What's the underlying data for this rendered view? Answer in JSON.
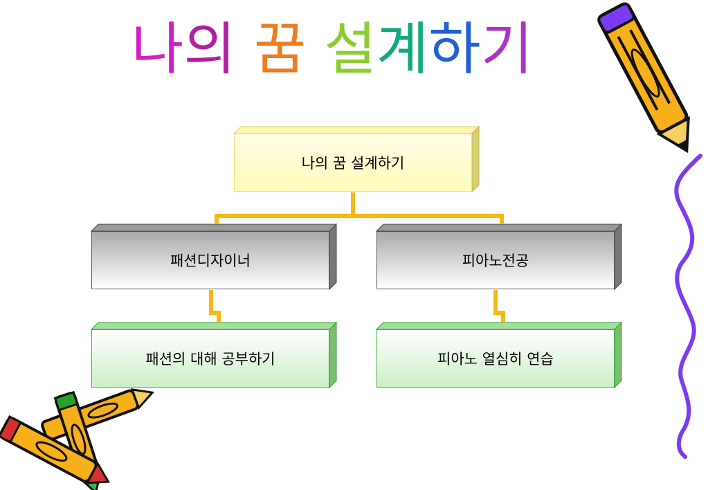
{
  "title": {
    "words": [
      {
        "chars": [
          {
            "ch": "나",
            "color": "#d020c8"
          },
          {
            "ch": "의",
            "color": "#b01fa0"
          }
        ]
      },
      {
        "chars": [
          {
            "ch": "꿈",
            "color": "#f07a20"
          }
        ]
      },
      {
        "chars": [
          {
            "ch": "설",
            "color": "#8ccc30"
          },
          {
            "ch": "계",
            "color": "#10a880"
          },
          {
            "ch": "하",
            "color": "#2060d8"
          },
          {
            "ch": "기",
            "color": "#b030c8"
          }
        ]
      }
    ]
  },
  "diagram": {
    "root": {
      "label": "나의 꿈 설계하기"
    },
    "branches": [
      {
        "label": "패션디자이너",
        "child": {
          "label": "패션의 대해 공부하기"
        }
      },
      {
        "label": "피아노전공",
        "child": {
          "label": "피아노 열심히 연습"
        }
      }
    ]
  },
  "colors": {
    "connector": "#f5b814",
    "root_fill": "#fffbb8",
    "branch_fill": "#d9d9d9",
    "leaf_fill": "#ccefc6",
    "squiggle": "#7a3cf0"
  },
  "decorations": [
    "pencil-icon",
    "crayons-icon",
    "squiggle-line"
  ]
}
